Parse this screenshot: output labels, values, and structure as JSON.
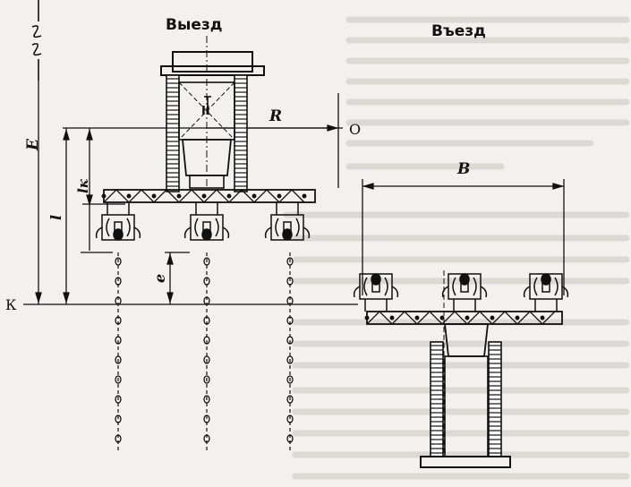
{
  "labels": {
    "exit": "Выезд",
    "entry": "Въезд",
    "point_k": "К",
    "point_o": "О",
    "dim_e_big": "E",
    "dim_r": "R",
    "dim_b": "B",
    "dim_lk": "lк",
    "dim_l": "l",
    "dim_e_small": "e",
    "marker_ii": "II"
  }
}
